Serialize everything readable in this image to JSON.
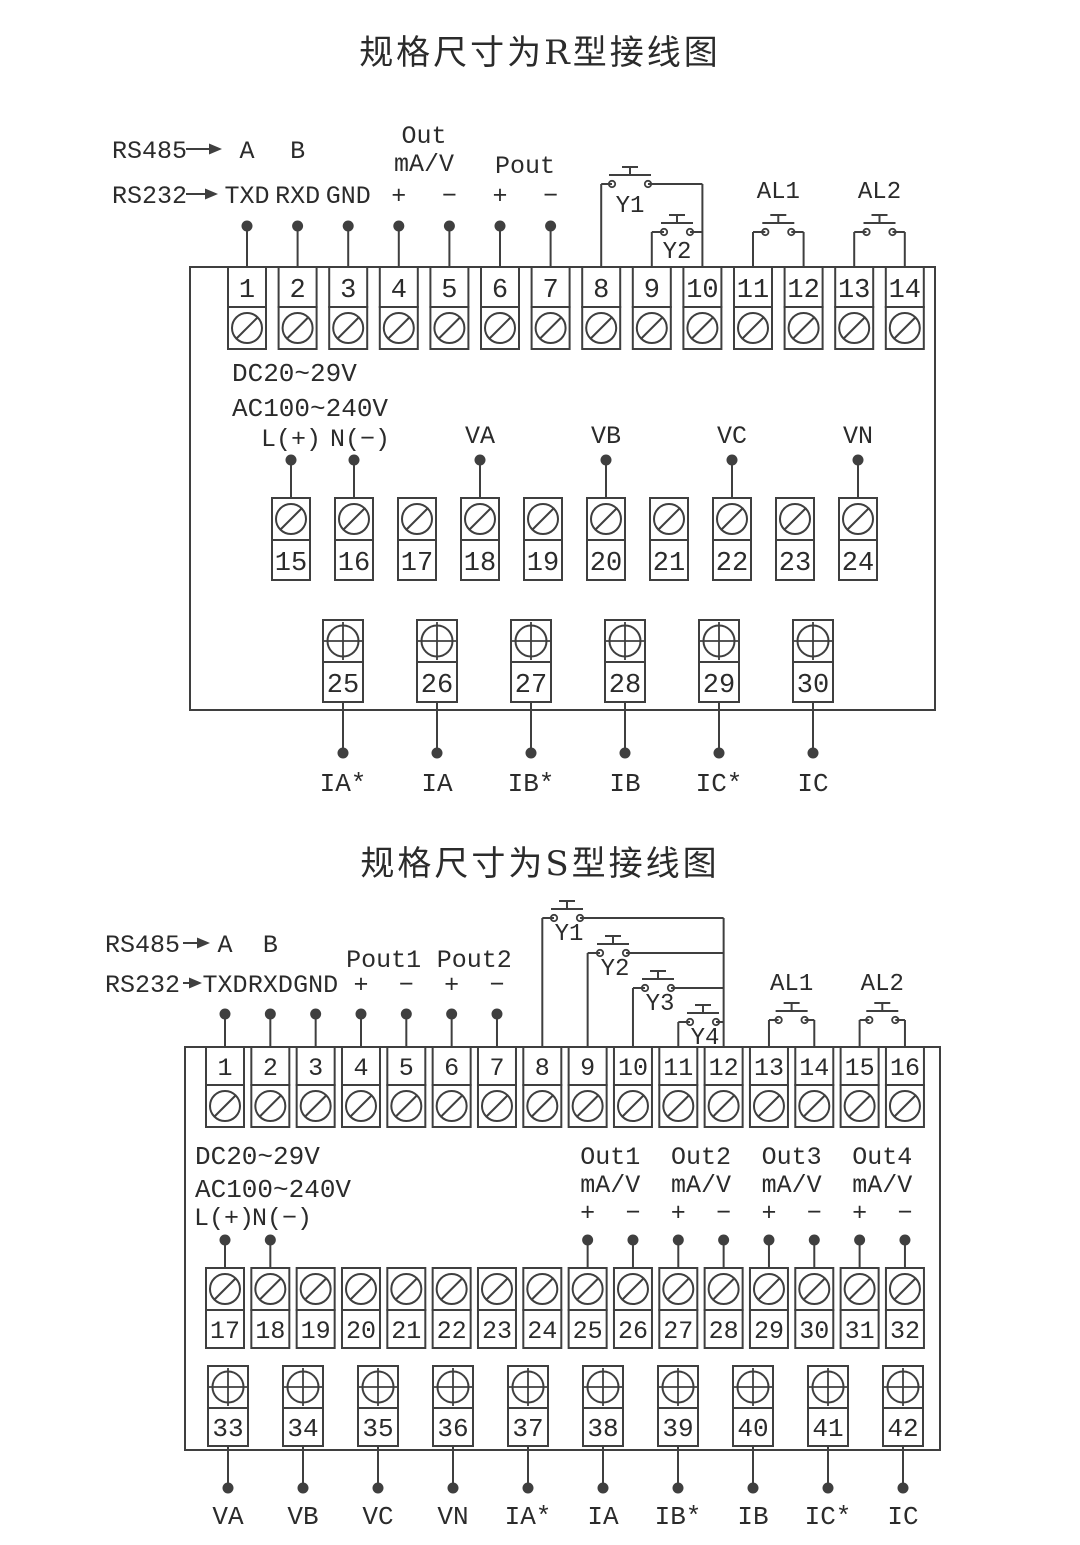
{
  "style": {
    "line_color": "#3f3f3f",
    "text_color": "#2b2b2b",
    "background": "#ffffff"
  },
  "r_diagram": {
    "title": "规格尺寸为R型接线图",
    "rs485": {
      "label": "RS485",
      "pins": [
        "A",
        "B"
      ]
    },
    "rs232": {
      "label": "RS232",
      "pins": [
        "TXD",
        "RXD",
        "GND"
      ]
    },
    "out": {
      "title": "Out",
      "unit": "mA/V",
      "pins": [
        "+",
        "−"
      ]
    },
    "pout": {
      "title": "Pout",
      "pins": [
        "+",
        "−"
      ]
    },
    "relays": [
      "Y1",
      "Y2"
    ],
    "alarms": [
      "AL1",
      "AL2"
    ],
    "power_lines": [
      "DC20~29V",
      "AC100~240V"
    ],
    "power_pins": [
      "L(+)",
      "N(−)"
    ],
    "voltage_pins": [
      "VA",
      "VB",
      "VC",
      "VN"
    ],
    "top_terminals": [
      "1",
      "2",
      "3",
      "4",
      "5",
      "6",
      "7",
      "8",
      "9",
      "10",
      "11",
      "12",
      "13",
      "14"
    ],
    "mid_terminals": [
      "15",
      "16",
      "17",
      "18",
      "19",
      "20",
      "21",
      "22",
      "23",
      "24"
    ],
    "bot_terminals": [
      "25",
      "26",
      "27",
      "28",
      "29",
      "30"
    ],
    "current_pins": [
      "IA*",
      "IA",
      "IB*",
      "IB",
      "IC*",
      "IC"
    ]
  },
  "s_diagram": {
    "title": "规格尺寸为S型接线图",
    "rs485": {
      "label": "RS485",
      "pins": [
        "A",
        "B"
      ]
    },
    "rs232": {
      "label": "RS232",
      "pins": [
        "TXD",
        "RXD",
        "GND"
      ]
    },
    "pouts": [
      {
        "title": "Pout1",
        "pins": [
          "+",
          "−"
        ]
      },
      {
        "title": "Pout2",
        "pins": [
          "+",
          "−"
        ]
      }
    ],
    "relays": [
      "Y1",
      "Y2",
      "Y3",
      "Y4"
    ],
    "alarms": [
      "AL1",
      "AL2"
    ],
    "power_lines": [
      "DC20~29V",
      "AC100~240V"
    ],
    "power_pins": [
      "L(+)",
      "N(−)"
    ],
    "out_groups": [
      {
        "title": "Out1",
        "unit": "mA/V",
        "pins": [
          "+",
          "−"
        ]
      },
      {
        "title": "Out2",
        "unit": "mA/V",
        "pins": [
          "+",
          "−"
        ]
      },
      {
        "title": "Out3",
        "unit": "mA/V",
        "pins": [
          "+",
          "−"
        ]
      },
      {
        "title": "Out4",
        "unit": "mA/V",
        "pins": [
          "+",
          "−"
        ]
      }
    ],
    "top_terminals": [
      "1",
      "2",
      "3",
      "4",
      "5",
      "6",
      "7",
      "8",
      "9",
      "10",
      "11",
      "12",
      "13",
      "14",
      "15",
      "16"
    ],
    "mid_terminals": [
      "17",
      "18",
      "19",
      "20",
      "21",
      "22",
      "23",
      "24",
      "25",
      "26",
      "27",
      "28",
      "29",
      "30",
      "31",
      "32"
    ],
    "bot_terminals": [
      "33",
      "34",
      "35",
      "36",
      "37",
      "38",
      "39",
      "40",
      "41",
      "42"
    ],
    "bottom_pins": [
      "VA",
      "VB",
      "VC",
      "VN",
      "IA*",
      "IA",
      "IB*",
      "IB",
      "IC*",
      "IC"
    ]
  }
}
